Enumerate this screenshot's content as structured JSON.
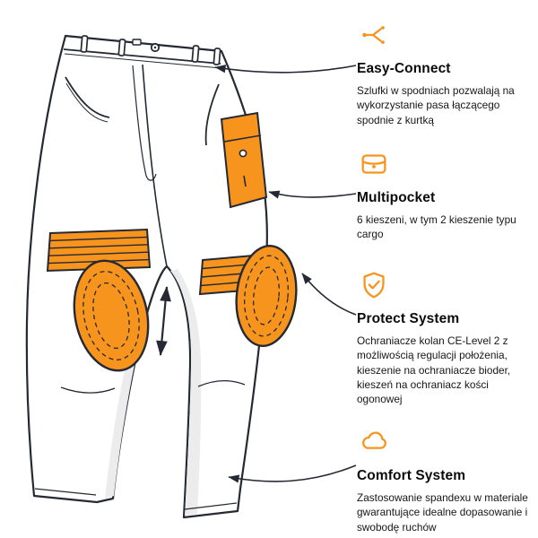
{
  "colors": {
    "accent": "#F7941E",
    "line": "#242933",
    "text": "#161616",
    "shade": "#ececec"
  },
  "features": [
    {
      "icon": "easy-connect-icon",
      "title": "Easy-Connect",
      "description": "Szlufki w spodniach pozwalają na wykorzystanie pasa łączącego spodnie z kurtką"
    },
    {
      "icon": "multipocket-icon",
      "title": "Multipocket",
      "description": "6 kieszeni, w tym 2 kieszenie typu cargo"
    },
    {
      "icon": "protect-shield-icon",
      "title": "Protect System",
      "description": "Ochraniacze kolan CE-Level 2 z możliwością regulacji położenia, kieszenie na ochraniacze bioder, kieszeń na ochraniacz kości ogonowej"
    },
    {
      "icon": "comfort-cloud-icon",
      "title": "Comfort System",
      "description": "Zastosowanie spandexu w materiale gwarantujące idealne dopasowanie i swobodę ruchów"
    }
  ]
}
